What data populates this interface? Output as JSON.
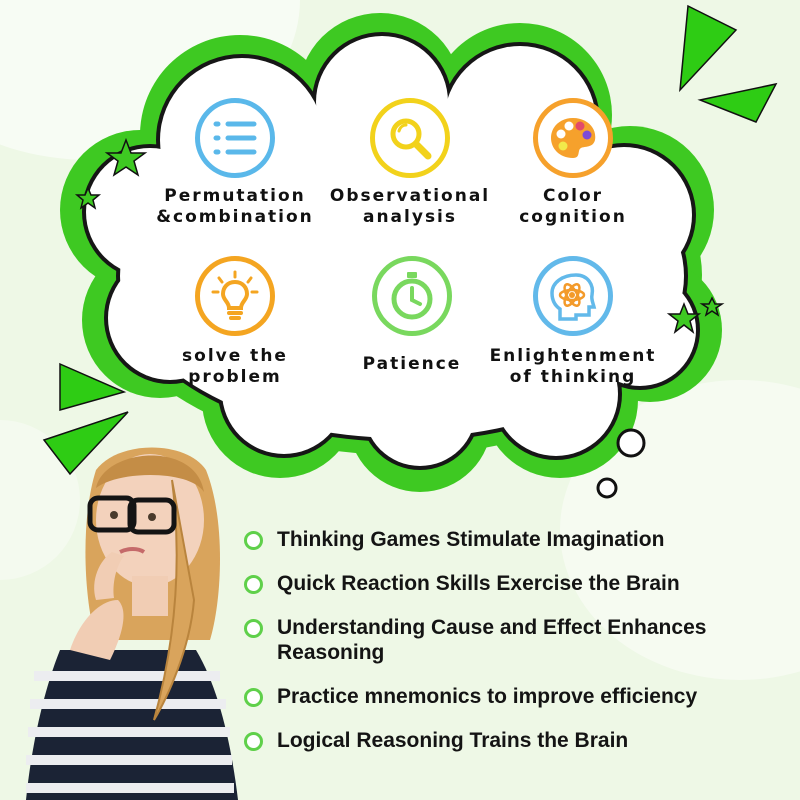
{
  "skills": [
    {
      "id": "permutation",
      "line1": "Permutation",
      "line2": "&combination",
      "icon": "list-icon",
      "color": "#5ab8ea"
    },
    {
      "id": "observational",
      "line1": "Observational",
      "line2": "analysis",
      "icon": "magnifier-icon",
      "color": "#f2d21b"
    },
    {
      "id": "color",
      "line1": "Color",
      "line2": "cognition",
      "icon": "palette-icon",
      "color": "#f6a12c"
    },
    {
      "id": "problem",
      "line1": "solve the",
      "line2": "problem",
      "icon": "lightbulb-icon",
      "color": "#f4a521"
    },
    {
      "id": "patience",
      "line1": "Patience",
      "line2": "",
      "icon": "stopwatch-icon",
      "color": "#79d85e"
    },
    {
      "id": "enlightenment",
      "line1": "Enlightenment",
      "line2": "of thinking",
      "icon": "brain-atom-icon",
      "color": "#62b9ea"
    }
  ],
  "benefits": [
    "Thinking Games Stimulate Imagination",
    "Quick Reaction Skills Exercise the Brain",
    "Understanding Cause and Effect Enhances Reasoning",
    "Practice mnemonics to improve efficiency",
    "Logical Reasoning Trains the Brain"
  ],
  "colors": {
    "accent_green": "#3ec922",
    "bullet_green": "#5fd04a",
    "background": "#eef8e6"
  }
}
